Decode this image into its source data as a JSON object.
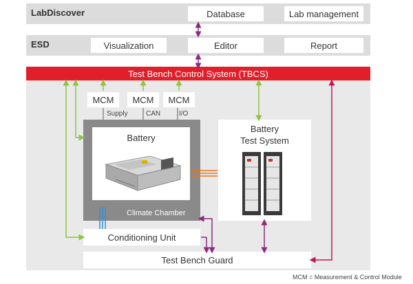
{
  "labdiscover": {
    "title": "LabDiscover",
    "database": "Database",
    "lab_management": "Lab management"
  },
  "esd": {
    "title": "ESD",
    "visualization": "Visualization",
    "editor": "Editor",
    "report": "Report"
  },
  "tbcs": {
    "label": "Test Bench Control System (TBCS)"
  },
  "mcm": [
    {
      "label": "MCM",
      "sub": "Supply"
    },
    {
      "label": "MCM",
      "sub": "CAN"
    },
    {
      "label": "MCM",
      "sub": "I/O"
    }
  ],
  "battery": {
    "label": "Battery"
  },
  "climate_chamber": {
    "label": "Climate Chamber"
  },
  "battery_test_system": {
    "line1": "Battery",
    "line2": "Test System"
  },
  "conditioning_unit": {
    "label": "Conditioning Unit"
  },
  "test_bench_guard": {
    "label": "Test Bench Guard"
  },
  "footnote": "MCM = Measurement & Control Module",
  "colors": {
    "tbcs": "#e01f2a",
    "green": "#8cc63f",
    "purple": "#8e2a7e",
    "magenta": "#c2185b",
    "orange": "#e8751a",
    "blue": "#2a8fd8"
  }
}
